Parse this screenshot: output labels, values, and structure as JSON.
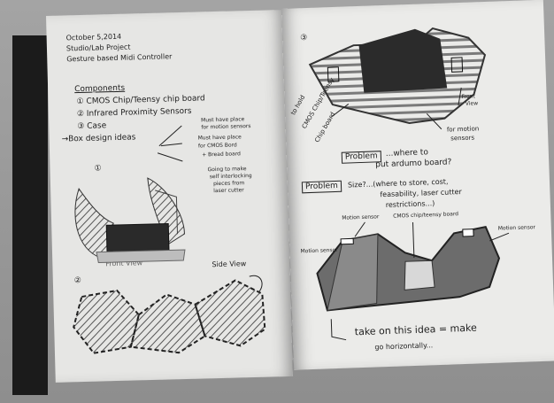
{
  "left_page": {
    "header": [
      "October 5,2014",
      "Studio/Lab Project",
      "Gesture based Midi Controller"
    ],
    "components_title": "Components",
    "components": [
      "① CMOS Chip/Teensy chip board",
      "② Infrared Proximity Sensors",
      "③ Case",
      "→Box design ideas"
    ],
    "notes": [
      "Must have place",
      "for motion sensors",
      "Must have place",
      "for CMOS Bord",
      "+ Bread board",
      "Going to make",
      "self interlocking",
      "pieces from",
      "laser cutter"
    ],
    "sketch_labels": [
      "①",
      "Front View",
      "Side View",
      "②"
    ]
  },
  "right_page": {
    "number": "③",
    "hold_note": [
      "to hold",
      "CMOS Chip/Teensy",
      "Chip board"
    ],
    "front_view": [
      "Front",
      "View"
    ],
    "motion_note": [
      "for motion",
      "sensors"
    ],
    "problem1": [
      "Problem",
      "...where to",
      "put ardumo board?"
    ],
    "problem2": [
      "Problem",
      "Size?...(where to store, cost,",
      "feasability, laser cutter",
      "restrictions...)"
    ],
    "labels": [
      "Motion sensor",
      "CMOS chip/teensy board",
      "Motion sensor",
      "Motion sensor"
    ],
    "conclusion": [
      "take on this idea = make",
      "go horizontally..."
    ]
  },
  "colors": {
    "ink": "#1e1e1e",
    "paper": "#e8e8e6",
    "marker": "#5c5c5c",
    "cover": "#1b1b1b"
  }
}
